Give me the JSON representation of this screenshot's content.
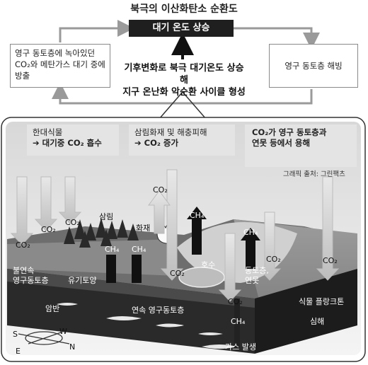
{
  "title": "북극의 이산화탄소 순환도",
  "top_box": "대기 온도 상승",
  "left_box": [
    "영구 동토층에 녹아있던",
    "CO₂와 메탄가스 대기 중에",
    "방출"
  ],
  "right_box": "영구 동토층 해빙",
  "center_text": [
    "기후변화로 북극 대기온도 상승해",
    "지구 온난화 악순환 사이클 형성"
  ],
  "panels": [
    {
      "line1": "한대식물",
      "line2": "➔ 대기중 CO₂ 흡수"
    },
    {
      "line1": "삼림화재 및 해충피해",
      "line2": "➔ CO₂ 증가"
    },
    {
      "line1": "CO₂가 영구 동토층과",
      "line2": "연못 등에서 용해"
    }
  ],
  "credit": "그래픽 출처: 그린팩츠",
  "labels": {
    "co2": "CO₂",
    "ch4": "CH₄",
    "forest": "삼림",
    "fire": "화재",
    "lake": "호수",
    "thaw": [
      "동토층,",
      "연못"
    ],
    "discontinuous": [
      "불연속",
      "영구동토층"
    ],
    "organic": "유기토양",
    "bedrock": "암반",
    "continuous": "연속 영구동토층",
    "plankton": "식물 플랑크톤",
    "deepsea": "심해",
    "gas": "가스 발생"
  },
  "compass": {
    "s": "S",
    "w": "W",
    "e": "E",
    "n": "N"
  }
}
